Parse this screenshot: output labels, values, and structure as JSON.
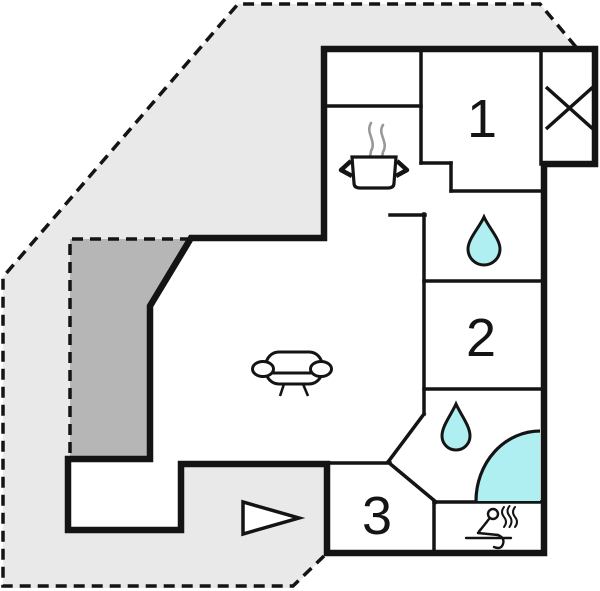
{
  "floorplan": {
    "description": "Vacation house floor plan with terrace",
    "rooms": [
      {
        "id": "room-1",
        "label": "1"
      },
      {
        "id": "room-2",
        "label": "2"
      },
      {
        "id": "room-3",
        "label": "3"
      }
    ],
    "features": {
      "kitchen_icon": "stove-pot-icon",
      "bathroom_upper_icon": "water-drop-icon",
      "bathroom_lower_icon": "water-drop-icon",
      "corner_bath_icon": "corner-bathtub-icon",
      "living_room_icon": "sofa-icon",
      "sauna_icon": "sauna-person-icon",
      "entrance_icon": "entrance-arrow-icon",
      "utility_icon": "crossed-box-icon"
    },
    "colors": {
      "background": "#ffffff",
      "plot": "#e9e9e9",
      "terrace": "#b6b6b6",
      "water": "#b0eff1",
      "wall": "#141414",
      "steam": "#999999",
      "interior": "#ffffff"
    }
  }
}
